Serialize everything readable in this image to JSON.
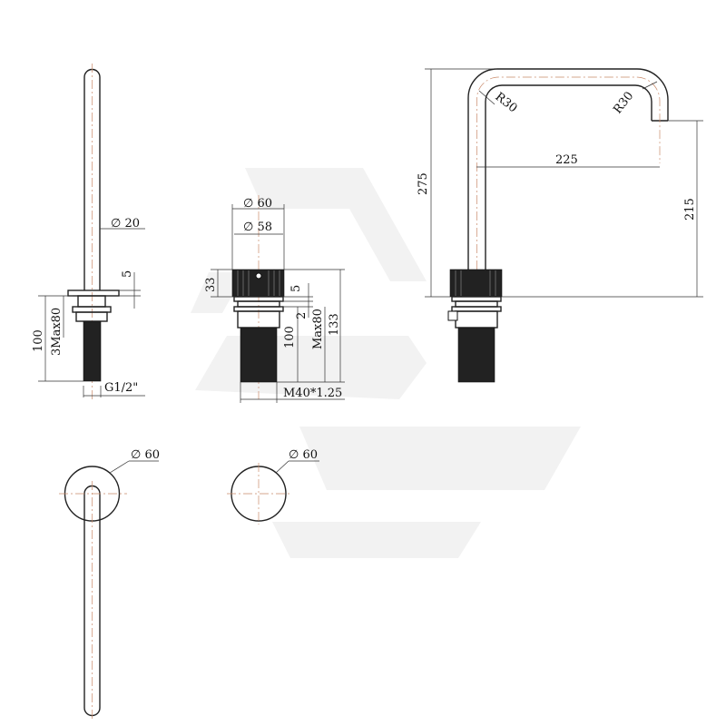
{
  "dimensions": {
    "handle_diameter": "20",
    "handle_base_height": "5",
    "handle_length": "100",
    "handle_max_panel": "3Max80",
    "handle_thread": "G1/2\"",
    "body_outer_diameter": "60",
    "body_inner_diameter": "58",
    "body_top_height": "33",
    "body_gap_a": "5",
    "body_gap_b": "2",
    "body_length": "100",
    "body_max_panel": "Max80",
    "body_total": "133",
    "body_thread": "M40*1.25",
    "spout_height": "275",
    "spout_radius_left": "R30",
    "spout_radius_right": "R30",
    "spout_reach": "225",
    "spout_outlet_height": "215",
    "top_view_handle_diameter": "60",
    "top_view_body_diameter": "60"
  }
}
